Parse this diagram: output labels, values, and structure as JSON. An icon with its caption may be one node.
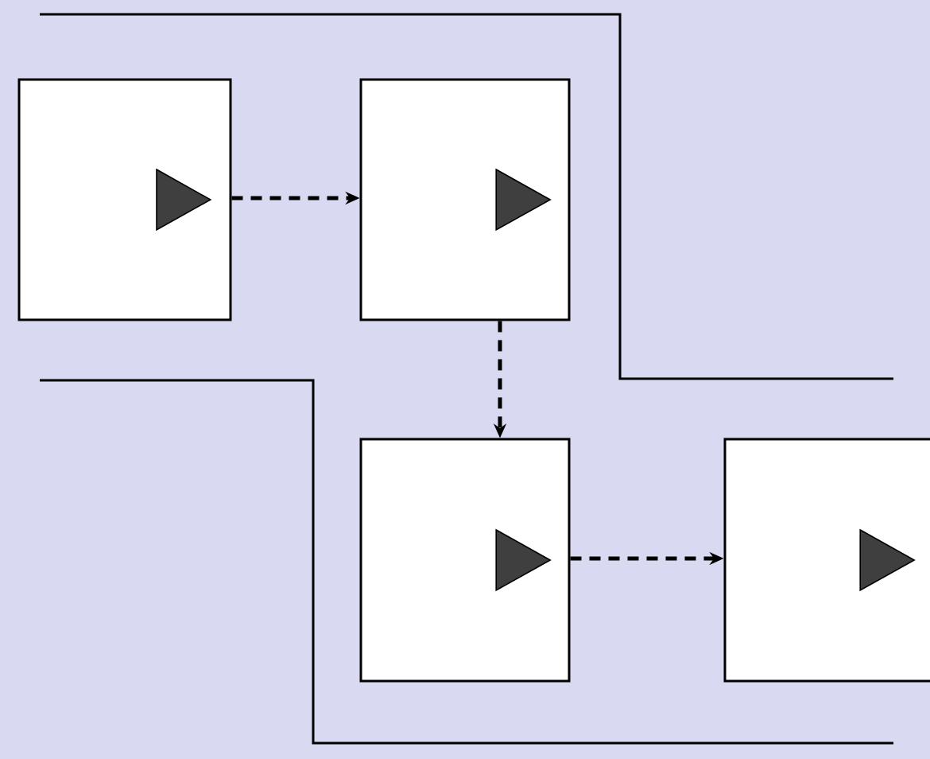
{
  "diagram": {
    "nodes": [
      {
        "text": [],
        "shape": "box"
      },
      {
        "text": [],
        "shape": "box"
      },
      {
        "text": [],
        "shape": "box"
      },
      {
        "text": [],
        "shape": "box"
      }
    ],
    "edges": [
      {
        "from": 0,
        "to": 1,
        "arrow": "to",
        "style": "dashed"
      },
      {
        "from": 1,
        "to": 2,
        "arrow": "to",
        "style": "dashed"
      },
      {
        "from": 2,
        "to": 3,
        "arrow": "to",
        "style": "dashed"
      }
    ]
  }
}
